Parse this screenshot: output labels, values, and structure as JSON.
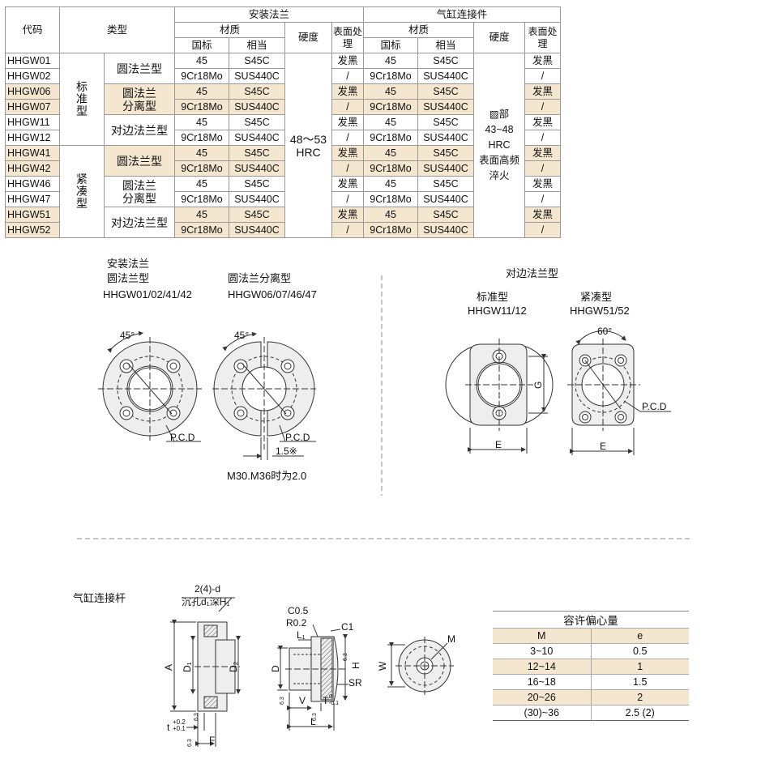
{
  "table": {
    "headers": {
      "code": "代码",
      "type": "类型",
      "flange": "安装法兰",
      "cylinder": "气缸连接件",
      "material": "材质",
      "gb": "国标",
      "equiv": "相当",
      "hardness": "硬度",
      "surface": "表面处理"
    },
    "group_standard": "标准型",
    "group_compact": "紧凑型",
    "type_round": "圆法兰型",
    "type_split": "圆法兰分离型",
    "type_opposite": "对边法兰型",
    "flange_hardness": "48～53 HRC",
    "cylinder_hardness_1": "▨部",
    "cylinder_hardness_2": "43~48",
    "cylinder_hardness_3": "HRC",
    "cylinder_hardness_4": "表面高频",
    "cylinder_hardness_5": "淬火",
    "rows": [
      {
        "code": "HHGW01",
        "gb": "45",
        "eq": "S45C",
        "sf": "发黑",
        "gb2": "45",
        "eq2": "S45C",
        "sf2": "发黑"
      },
      {
        "code": "HHGW02",
        "gb": "9Cr18Mo",
        "eq": "SUS440C",
        "sf": "/",
        "gb2": "9Cr18Mo",
        "eq2": "SUS440C",
        "sf2": "/"
      },
      {
        "code": "HHGW06",
        "gb": "45",
        "eq": "S45C",
        "sf": "发黑",
        "gb2": "45",
        "eq2": "S45C",
        "sf2": "发黑"
      },
      {
        "code": "HHGW07",
        "gb": "9Cr18Mo",
        "eq": "SUS440C",
        "sf": "/",
        "gb2": "9Cr18Mo",
        "eq2": "SUS440C",
        "sf2": "/"
      },
      {
        "code": "HHGW11",
        "gb": "45",
        "eq": "S45C",
        "sf": "发黑",
        "gb2": "45",
        "eq2": "S45C",
        "sf2": "发黑"
      },
      {
        "code": "HHGW12",
        "gb": "9Cr18Mo",
        "eq": "SUS440C",
        "sf": "/",
        "gb2": "9Cr18Mo",
        "eq2": "SUS440C",
        "sf2": "/"
      },
      {
        "code": "HHGW41",
        "gb": "45",
        "eq": "S45C",
        "sf": "发黑",
        "gb2": "45",
        "eq2": "S45C",
        "sf2": "发黑"
      },
      {
        "code": "HHGW42",
        "gb": "9Cr18Mo",
        "eq": "SUS440C",
        "sf": "/",
        "gb2": "9Cr18Mo",
        "eq2": "SUS440C",
        "sf2": "/"
      },
      {
        "code": "HHGW46",
        "gb": "45",
        "eq": "S45C",
        "sf": "发黑",
        "gb2": "45",
        "eq2": "S45C",
        "sf2": "发黑"
      },
      {
        "code": "HHGW47",
        "gb": "9Cr18Mo",
        "eq": "SUS440C",
        "sf": "/",
        "gb2": "9Cr18Mo",
        "eq2": "SUS440C",
        "sf2": "/"
      },
      {
        "code": "HHGW51",
        "gb": "45",
        "eq": "S45C",
        "sf": "发黑",
        "gb2": "45",
        "eq2": "S45C",
        "sf2": "发黑"
      },
      {
        "code": "HHGW52",
        "gb": "9Cr18Mo",
        "eq": "SUS440C",
        "sf": "/",
        "gb2": "9Cr18Mo",
        "eq2": "SUS440C",
        "sf2": "/"
      }
    ]
  },
  "figures": {
    "flange_title": "安装法兰",
    "round_title": "圆法兰型",
    "round_codes": "HHGW01/02/41/42",
    "split_title": "圆法兰分离型",
    "split_codes": "HHGW06/07/46/47",
    "split_note": "M30.M36时为2.0",
    "opposite_title": "对边法兰型",
    "std_title": "标准型",
    "std_codes": "HHGW11/12",
    "compact_title": "紧凑型",
    "compact_codes": "HHGW51/52",
    "angle45": "45°",
    "angle60": "60°",
    "pcd": "P.C.D",
    "gap": "1.5※",
    "dim_E": "E",
    "dim_G": "G",
    "rod_title": "气缸连接杆",
    "hole_note_1": "2(4)-d",
    "hole_note_2": "沉孔d₁深H₁",
    "dim_A": "A",
    "dim_D1": "D₁",
    "dim_D2": "D₂",
    "dim_t": "t",
    "tol_t_up": "+0.2",
    "tol_t_lo": "+0.1",
    "dim_F": "F",
    "rough": "6.3",
    "c05": "C0.5",
    "r02": "R0.2",
    "c1": "C1",
    "dim_L1": "L₁",
    "dim_H": "H",
    "dim_D": "D",
    "dim_SR": "SR",
    "dim_V": "V",
    "dim_T": "T",
    "tol_T_up": "0",
    "tol_T_lo": "-0.1",
    "dim_L": "L",
    "dim_W": "W",
    "dim_M": "M"
  },
  "eccentric": {
    "title": "容许偏心量",
    "col_m": "M",
    "col_e": "e",
    "rows": [
      {
        "m": "3~10",
        "e": "0.5"
      },
      {
        "m": "12~14",
        "e": "1"
      },
      {
        "m": "16~18",
        "e": "1.5"
      },
      {
        "m": "20~26",
        "e": "2"
      },
      {
        "m": "(30)~36",
        "e": "2.5 (2)"
      }
    ]
  },
  "colors": {
    "highlight": "#f4e6cf",
    "line": "#333333",
    "part_fill": "#eeeeee"
  }
}
